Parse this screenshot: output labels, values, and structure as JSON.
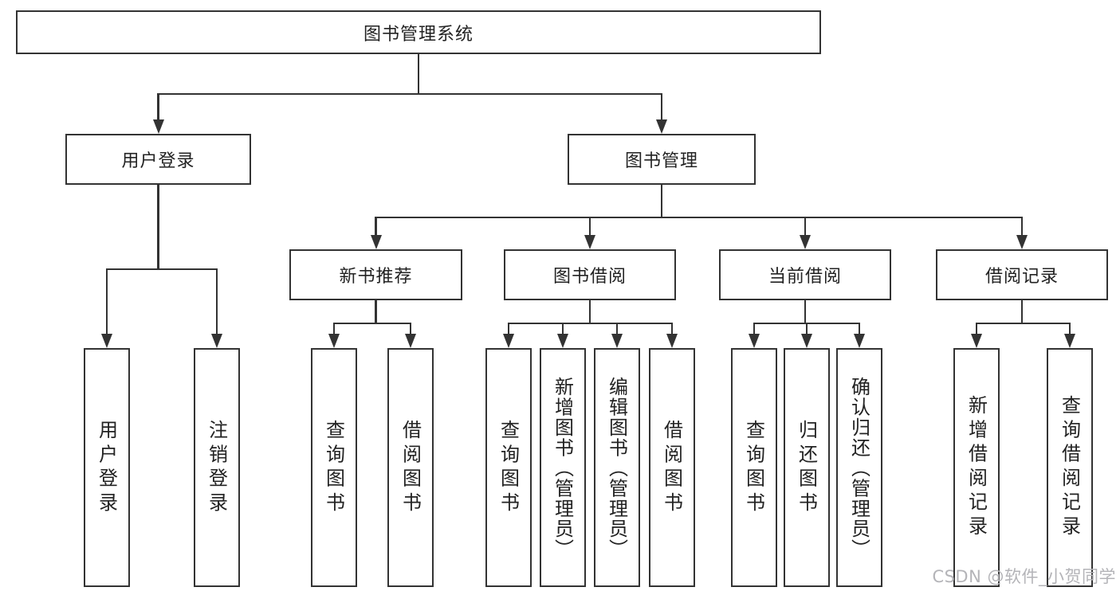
{
  "diagram": {
    "title": "图书管理系统",
    "level2": {
      "user_login": "用户登录",
      "book_mgmt": "图书管理"
    },
    "level3": {
      "new_books": "新书推荐",
      "borrow": "图书借阅",
      "current": "当前借阅",
      "records": "借阅记录"
    },
    "leaves": {
      "user_login": [
        "用户登录",
        "注销登录"
      ],
      "new_books": [
        "查询图书",
        "借阅图书"
      ],
      "borrow": [
        "查询图书",
        "新增图书（管理员）",
        "编辑图书（管理员）",
        "借阅图书"
      ],
      "current": [
        "查询图书",
        "归还图书",
        "确认归还（管理员）"
      ],
      "records": [
        "新增借阅记录",
        "查询借阅记录"
      ]
    }
  },
  "watermark": "CSDN @软件_小贺同学",
  "colors": {
    "line": "#333333",
    "text": "#222222",
    "watermark": "#b4b4b8",
    "background": "#ffffff"
  }
}
